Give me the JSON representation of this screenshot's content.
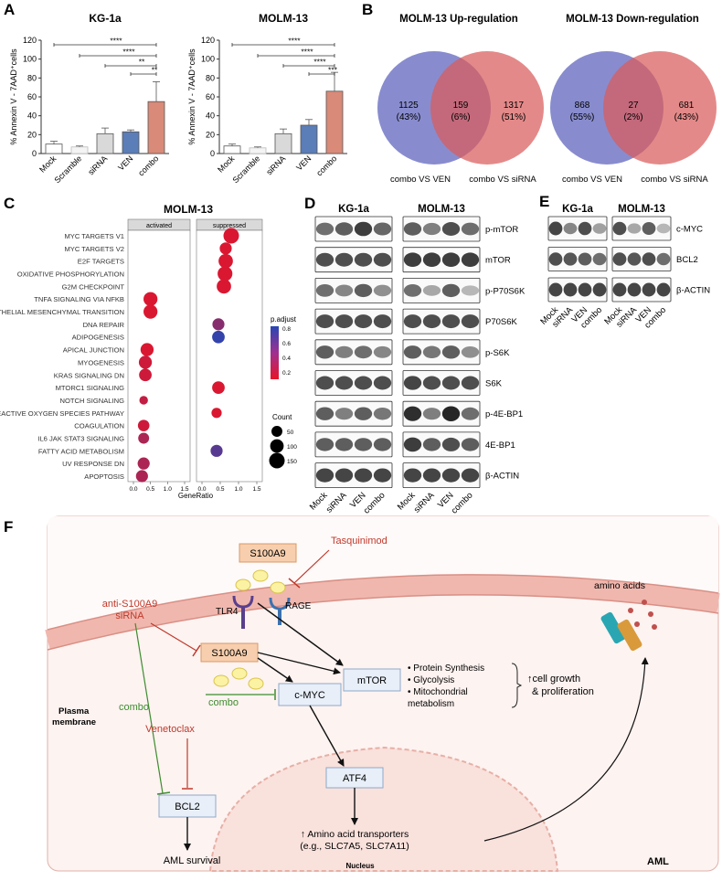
{
  "panel_labels": {
    "A": "A",
    "B": "B",
    "C": "C",
    "D": "D",
    "E": "E",
    "F": "F"
  },
  "panel_a": {
    "ylabel": "% Annexin V - 7AAD⁺cells",
    "yticks": [
      "0",
      "20",
      "40",
      "60",
      "80",
      "100",
      "120"
    ],
    "categories": [
      "Mock",
      "Scramble",
      "siRNA",
      "VEN",
      "combo"
    ],
    "charts": [
      {
        "title": "KG-1a",
        "values": [
          10,
          7,
          21,
          23,
          55
        ],
        "errors": [
          3,
          1,
          6,
          2,
          21
        ],
        "sig": [
          {
            "from": 0,
            "to": 4,
            "label": "****"
          },
          {
            "from": 1,
            "to": 4,
            "label": "****"
          },
          {
            "from": 2,
            "to": 4,
            "label": "**"
          },
          {
            "from": 3,
            "to": 4,
            "label": "**"
          }
        ]
      },
      {
        "title": "MOLM-13",
        "values": [
          8,
          6,
          21,
          30,
          66
        ],
        "errors": [
          2,
          1,
          5,
          6,
          20
        ],
        "sig": [
          {
            "from": 0,
            "to": 4,
            "label": "****"
          },
          {
            "from": 1,
            "to": 4,
            "label": "****"
          },
          {
            "from": 2,
            "to": 4,
            "label": "****"
          },
          {
            "from": 3,
            "to": 4,
            "label": "***"
          }
        ]
      }
    ],
    "colors": [
      "#ffffff",
      "#f4f4f4",
      "#d9d9d9",
      "#5b7db8",
      "#d98a78"
    ]
  },
  "panel_b": {
    "venns": [
      {
        "title": "MOLM-13 Up-regulation",
        "left": "1125",
        "left_pct": "(43%)",
        "mid": "159",
        "mid_pct": "(6%)",
        "right": "1317",
        "right_pct": "(51%)",
        "left_label": "combo VS VEN",
        "right_label": "combo VS siRNA"
      },
      {
        "title": "MOLM-13 Down-regulation",
        "left": "868",
        "left_pct": "(55%)",
        "mid": "27",
        "mid_pct": "(2%)",
        "right": "681",
        "right_pct": "(43%)",
        "left_label": "combo VS VEN",
        "right_label": "combo VS siRNA"
      }
    ]
  },
  "panel_c": {
    "title": "MOLM-13",
    "facets": [
      "activated",
      "suppressed"
    ],
    "xlabel": "GeneRatio",
    "xticks": [
      "0.0",
      "0.5",
      "1.0",
      "1.5"
    ],
    "pathways": [
      {
        "name": "MYC TARGETS V1",
        "facet": 1,
        "ratio": 0.8,
        "padj": 0.1,
        "count": 150
      },
      {
        "name": "MYC TARGETS V2",
        "facet": 1,
        "ratio": 0.65,
        "padj": 0.1,
        "count": 70
      },
      {
        "name": "E2F TARGETS",
        "facet": 1,
        "ratio": 0.65,
        "padj": 0.1,
        "count": 120
      },
      {
        "name": "OXIDATIVE PHOSPHORYLATION",
        "facet": 1,
        "ratio": 0.63,
        "padj": 0.1,
        "count": 130
      },
      {
        "name": "G2M CHECKPOINT",
        "facet": 1,
        "ratio": 0.6,
        "padj": 0.1,
        "count": 120
      },
      {
        "name": "TNFA SIGNALING VIA NFKB",
        "facet": 0,
        "ratio": 0.5,
        "padj": 0.1,
        "count": 110
      },
      {
        "name": "EPITHELIAL MESENCHYMAL TRANSITION",
        "facet": 0,
        "ratio": 0.5,
        "padj": 0.1,
        "count": 110
      },
      {
        "name": "DNA REPAIR",
        "facet": 1,
        "ratio": 0.45,
        "padj": 0.45,
        "count": 70
      },
      {
        "name": "ADIPOGENESIS",
        "facet": 1,
        "ratio": 0.45,
        "padj": 0.8,
        "count": 80
      },
      {
        "name": "APICAL JUNCTION",
        "facet": 0,
        "ratio": 0.4,
        "padj": 0.1,
        "count": 90
      },
      {
        "name": "MYOGENESIS",
        "facet": 0,
        "ratio": 0.35,
        "padj": 0.15,
        "count": 90
      },
      {
        "name": "KRAS SIGNALING DN",
        "facet": 0,
        "ratio": 0.35,
        "padj": 0.15,
        "count": 80
      },
      {
        "name": "MTORC1 SIGNALING",
        "facet": 1,
        "ratio": 0.45,
        "padj": 0.1,
        "count": 80
      },
      {
        "name": "NOTCH SIGNALING",
        "facet": 0,
        "ratio": 0.3,
        "padj": 0.2,
        "count": 20
      },
      {
        "name": "REACTIVE OXYGEN SPECIES PATHWAY",
        "facet": 1,
        "ratio": 0.4,
        "padj": 0.1,
        "count": 40
      },
      {
        "name": "COAGULATION",
        "facet": 0,
        "ratio": 0.3,
        "padj": 0.15,
        "count": 60
      },
      {
        "name": "IL6 JAK STAT3 SIGNALING",
        "facet": 0,
        "ratio": 0.3,
        "padj": 0.3,
        "count": 50
      },
      {
        "name": "FATTY ACID METABOLISM",
        "facet": 1,
        "ratio": 0.4,
        "padj": 0.65,
        "count": 70
      },
      {
        "name": "UV RESPONSE DN",
        "facet": 0,
        "ratio": 0.3,
        "padj": 0.3,
        "count": 70
      },
      {
        "name": "APOPTOSIS",
        "facet": 0,
        "ratio": 0.25,
        "padj": 0.3,
        "count": 70
      }
    ],
    "padj_title": "p.adjust",
    "padj_ticks": [
      "0.8",
      "0.6",
      "0.4",
      "0.2"
    ],
    "count_title": "Count",
    "count_ticks": [
      "50",
      "100",
      "150"
    ]
  },
  "panel_d": {
    "cell_lines": [
      "KG-1a",
      "MOLM-13"
    ],
    "proteins": [
      "p-mTOR",
      "mTOR",
      "p-P70S6K",
      "P70S6K",
      "p-S6K",
      "S6K",
      "p-4E-BP1",
      "4E-BP1",
      "β-ACTIN"
    ],
    "lanes": [
      "Mock",
      "siRNA",
      "VEN",
      "combo"
    ]
  },
  "panel_e": {
    "cell_lines": [
      "KG-1a",
      "MOLM-13"
    ],
    "proteins": [
      "c-MYC",
      "BCL2",
      "β-ACTIN"
    ],
    "lanes": [
      "Mock",
      "siRNA",
      "VEN",
      "combo"
    ]
  },
  "panel_f": {
    "s100a9_top": "S100A9",
    "tasquinimod": "Tasquinimod",
    "tlr4": "TLR4",
    "rage": "RAGE",
    "amino_acids": "amino acids",
    "anti_sirna_1": "anti-S100A9",
    "anti_sirna_2": "siRNA",
    "s100a9_inner": "S100A9",
    "combo_1": "combo",
    "combo_2": "combo",
    "venetoclax": "Venetoclax",
    "cmyc": "c-MYC",
    "mtor": "mTOR",
    "effects": [
      "• Protein Synthesis",
      "• Glycolysis",
      "• Mitochondrial",
      "   metabolism"
    ],
    "growth_1": "↑cell growth",
    "growth_2": "& proliferation",
    "plasma_1": "Plasma",
    "plasma_2": "membrane",
    "bcl2": "BCL2",
    "atf4": "ATF4",
    "aml_survival": "AML survival",
    "transporters_1": "↑ Amino acid transporters",
    "transporters_2": "(e.g., SLC7A5, SLC7A11)",
    "nucleus": "Nucleus",
    "aml": "AML"
  }
}
